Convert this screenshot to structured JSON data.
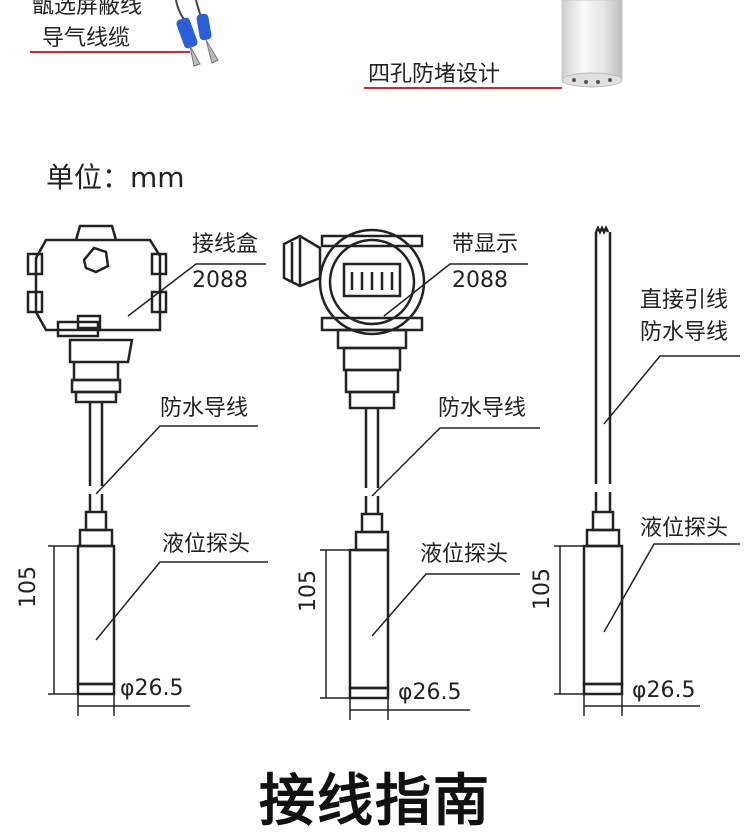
{
  "top": {
    "cable_line1": "甑选屏蔽线",
    "cable_line2": "导气线缆",
    "probe_design": "四孔防堵设计"
  },
  "unit_label": "单位：mm",
  "diagrams": [
    {
      "housing_line1": "接线盒",
      "housing_line2": "2088",
      "cable_label": "防水导线",
      "probe_label": "液位探头",
      "height_dim": "105",
      "diameter_dim": "φ26.5"
    },
    {
      "housing_line1": "带显示",
      "housing_line2": "2088",
      "cable_label": "防水导线",
      "probe_label": "液位探头",
      "height_dim": "105",
      "diameter_dim": "φ26.5"
    },
    {
      "housing_line1": "直接引线",
      "housing_line2": "防水导线",
      "probe_label": "液位探头",
      "height_dim": "105",
      "diameter_dim": "φ26.5"
    }
  ],
  "section_title": "接线指南",
  "colors": {
    "accent_red": "#d9262c",
    "line": "#222222"
  }
}
